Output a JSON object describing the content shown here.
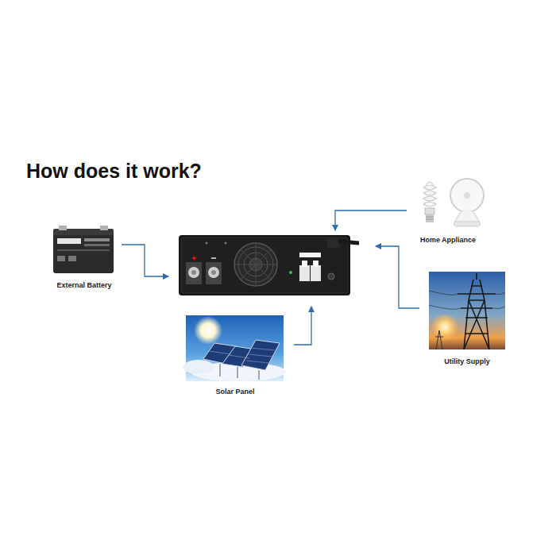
{
  "diagram": {
    "title": "How does it work?",
    "nodes": [
      {
        "text": [
          "External Battery"
        ]
      },
      {
        "text": [
          "Home Appliance"
        ]
      },
      {
        "text": [
          "Utility Supply"
        ]
      },
      {
        "text": [
          "Solar Panel"
        ]
      }
    ]
  }
}
